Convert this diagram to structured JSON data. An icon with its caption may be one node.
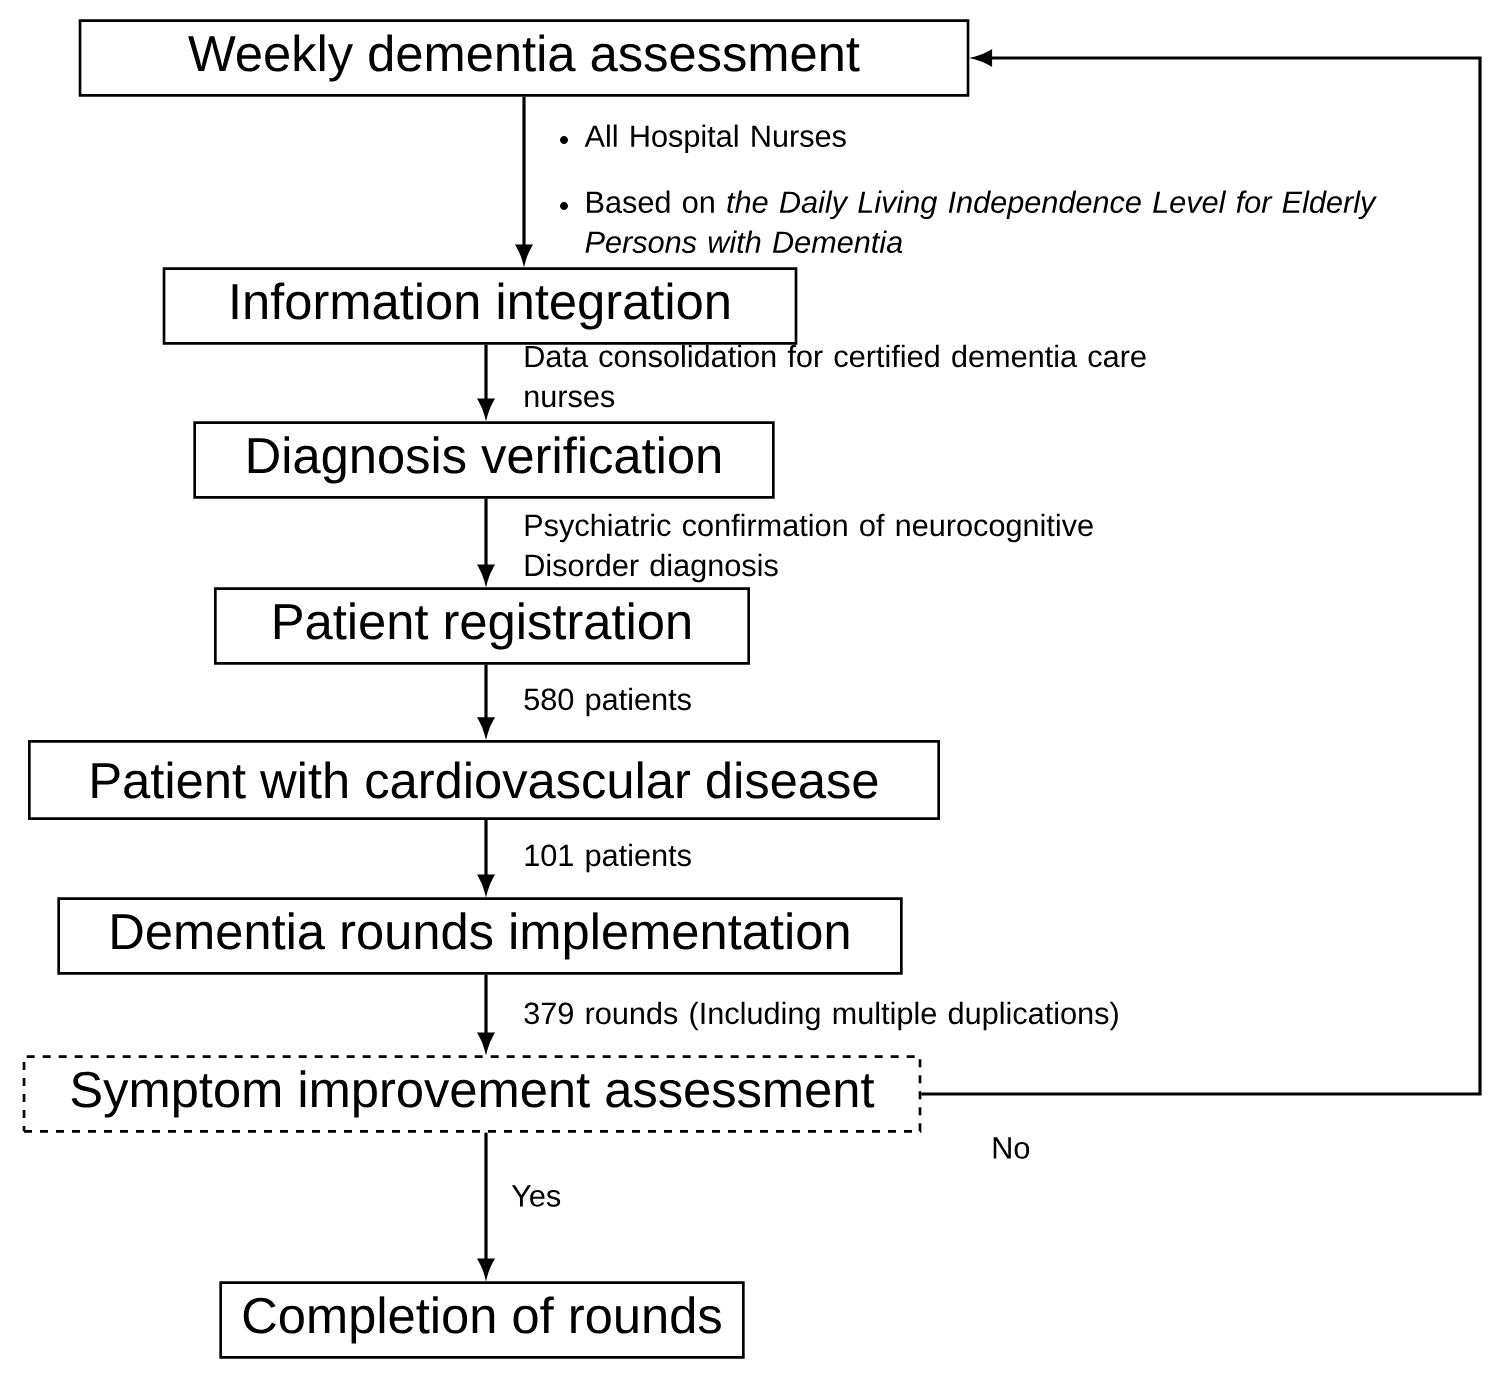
{
  "diagram": {
    "nodes": [
      {
        "text": [
          "Weekly dementia assessment"
        ]
      },
      {
        "text": [
          "Information integration"
        ]
      },
      {
        "text": [
          "Diagnosis verification"
        ]
      },
      {
        "text": [
          "Patient registration"
        ]
      },
      {
        "text": [
          "Patient with cardiovascular disease"
        ]
      },
      {
        "text": [
          "Dementia rounds implementation"
        ]
      },
      {
        "text": [
          "Symptom improvement assessment"
        ]
      },
      {
        "text": [
          "Completion of rounds"
        ]
      }
    ],
    "edges": [
      {
        "from": 0,
        "to": 1,
        "arrow": "to"
      },
      {
        "from": 1,
        "to": 2,
        "arrow": "to",
        "label": "Data consolidation for certified dementia care nurses"
      },
      {
        "from": 2,
        "to": 3,
        "arrow": "to",
        "label": "Psychiatric confirmation of neurocognitive Disorder diagnosis"
      },
      {
        "from": 3,
        "to": 4,
        "arrow": "to",
        "label": "580 patients"
      },
      {
        "from": 4,
        "to": 5,
        "arrow": "to",
        "label": "101 patients"
      },
      {
        "from": 5,
        "to": 6,
        "arrow": "to",
        "label": "379 rounds (Including multiple duplications)"
      },
      {
        "from": 6,
        "to": 7,
        "arrow": "to",
        "label": "Yes"
      },
      {
        "from": 6,
        "to": 0,
        "arrow": "to",
        "label": "No"
      }
    ],
    "labels": [
      "All Hospital Nurses",
      "Based on *the Daily Living Independence Level for Elderly Persons with Dementia*"
    ]
  }
}
